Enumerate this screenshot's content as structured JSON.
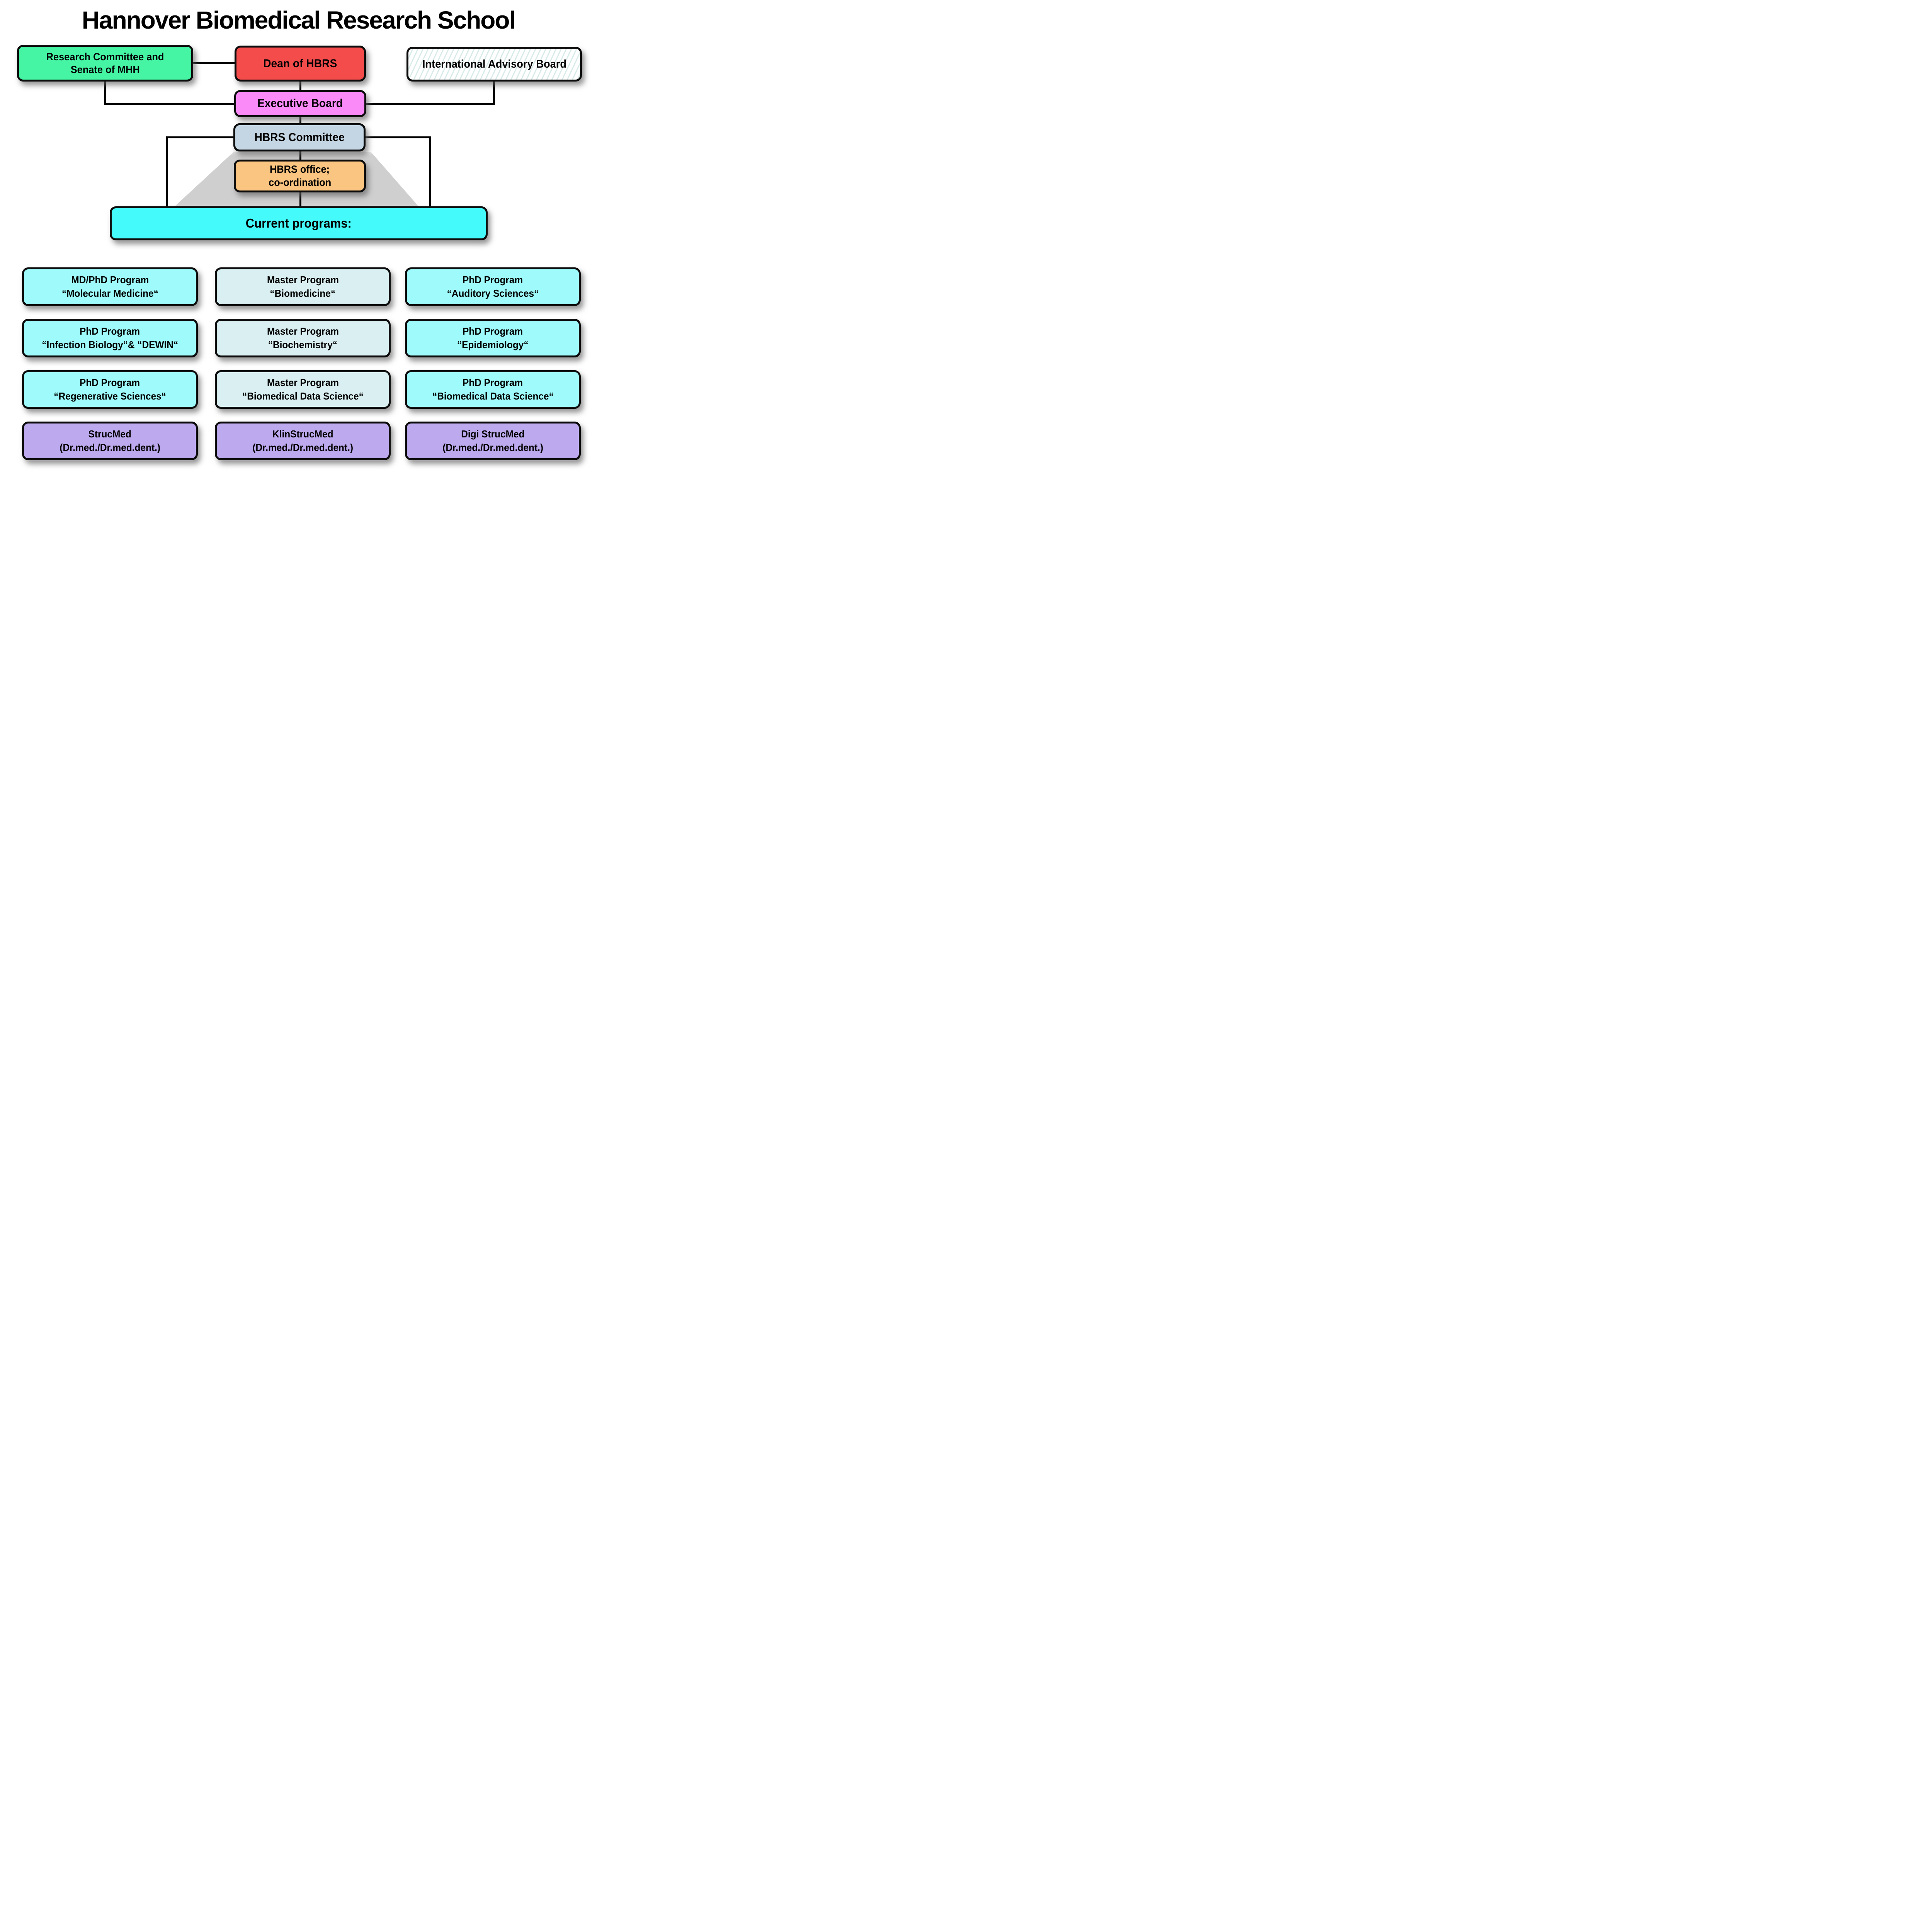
{
  "title": "Hannover Biomedical Research School",
  "org": {
    "research_committee": {
      "line1": "Research Committee and",
      "line2": "Senate of MHH"
    },
    "dean": {
      "label": "Dean of HBRS"
    },
    "advisory_board": {
      "label": "International Advisory Board"
    },
    "executive_board": {
      "label": "Executive Board"
    },
    "hbrs_committee": {
      "label": "HBRS Committee"
    },
    "hbrs_office": {
      "line1": "HBRS office;",
      "line2": "co-ordination"
    },
    "current_programs": {
      "label": "Current programs:"
    }
  },
  "programs": {
    "rows": [
      {
        "cells": [
          {
            "line1": "MD/PhD Program",
            "line2": "“Molecular Medicine“"
          },
          {
            "line1": "Master Program",
            "line2": "“Biomedicine“"
          },
          {
            "line1": "PhD Program",
            "line2": "“Auditory Sciences“"
          }
        ]
      },
      {
        "cells": [
          {
            "line1": "PhD Program",
            "line2": "“Infection Biology“& “DEWIN“"
          },
          {
            "line1": "Master Program",
            "line2": "“Biochemistry“"
          },
          {
            "line1": "PhD Program",
            "line2": "“Epidemiology“"
          }
        ]
      },
      {
        "cells": [
          {
            "line1": "PhD Program",
            "line2": "“Regenerative Sciences“"
          },
          {
            "line1": "Master Program",
            "line2": "“Biomedical Data Science“"
          },
          {
            "line1": "PhD Program",
            "line2": "“Biomedical Data Science“"
          }
        ]
      },
      {
        "cells": [
          {
            "line1": "StrucMed",
            "line2": "(Dr.med./Dr.med.dent.)"
          },
          {
            "line1": "KlinStrucMed",
            "line2": "(Dr.med./Dr.med.dent.)"
          },
          {
            "line1": "Digi StrucMed",
            "line2": "(Dr.med./Dr.med.dent.)"
          }
        ]
      }
    ]
  },
  "colors": {
    "research_committee": "#45f5a4",
    "dean": "#f44b4b",
    "advisory_board_stripe": "#d8ebe9",
    "executive_board": "#fa8af8",
    "hbrs_committee": "#c4d6e3",
    "hbrs_office": "#fac580",
    "current_programs": "#45fafa",
    "phd_program_box": "#9ffbfb",
    "master_program_box": "#d9eff1",
    "strucmed_box": "#bda9ee",
    "connector": "#000000",
    "fan_shadow": "#c7c7c7"
  }
}
